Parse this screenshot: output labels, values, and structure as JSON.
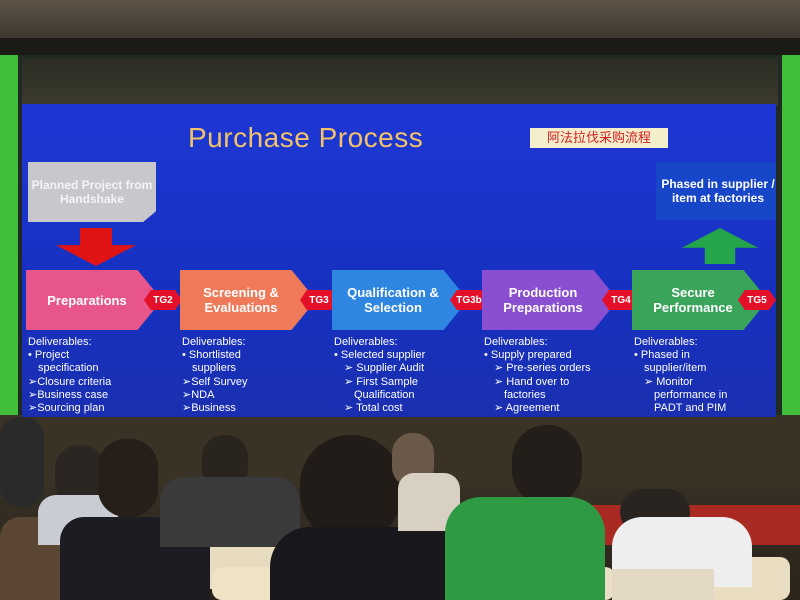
{
  "slide": {
    "title": "Purchase Process",
    "chinese_label": "阿法拉伐采购流程",
    "planned_box": "Planned Project from Handshake",
    "phased_box": "Phased in supplier / item at factories",
    "stages": [
      {
        "label": "Preparations",
        "color": "#e8558a",
        "gate": "TG2"
      },
      {
        "label": "Screening & Evaluations",
        "color": "#ef7a5a",
        "gate": "TG3"
      },
      {
        "label": "Qualification & Selection",
        "color": "#2f86e0",
        "gate": "TG3b"
      },
      {
        "label": "Production Preparations",
        "color": "#8a4fd0",
        "gate": "TG4"
      },
      {
        "label": "Secure Performance",
        "color": "#3aa55a",
        "gate": "TG5"
      }
    ],
    "deliverables_heading": "Deliverables:",
    "columns": [
      {
        "items": [
          {
            "text": "• Project",
            "level": 0
          },
          {
            "text": "specification",
            "level": 1
          },
          {
            "text": "➢Closure criteria",
            "level": 0
          },
          {
            "text": "➢Business case",
            "level": 0
          },
          {
            "text": "➢Sourcing plan",
            "level": 0
          }
        ]
      },
      {
        "items": [
          {
            "text": "• Shortlisted",
            "level": 0
          },
          {
            "text": "suppliers",
            "level": 1
          },
          {
            "text": "➢Self Survey",
            "level": 0
          },
          {
            "text": "➢NDA",
            "level": 0
          },
          {
            "text": "➢Business",
            "level": 0
          }
        ]
      },
      {
        "items": [
          {
            "text": "• Selected supplier",
            "level": 0
          },
          {
            "text": "➢ Supplier Audit",
            "level": 1
          },
          {
            "text": "➢ First Sample",
            "level": 1
          },
          {
            "text": "Qualification",
            "level": 2
          },
          {
            "text": "➢ Total cost",
            "level": 1
          }
        ]
      },
      {
        "items": [
          {
            "text": "• Supply prepared",
            "level": 0
          },
          {
            "text": "➢ Pre-series orders",
            "level": 1
          },
          {
            "text": "➢ Hand over to",
            "level": 1
          },
          {
            "text": "factories",
            "level": 2
          },
          {
            "text": "➢ Agreement",
            "level": 1
          }
        ]
      },
      {
        "items": [
          {
            "text": "• Phased in",
            "level": 0
          },
          {
            "text": "supplier/item",
            "level": 1
          },
          {
            "text": "➢ Monitor",
            "level": 1
          },
          {
            "text": "performance in",
            "level": 2
          },
          {
            "text": "PADT and PIM",
            "level": 2
          }
        ]
      }
    ]
  }
}
